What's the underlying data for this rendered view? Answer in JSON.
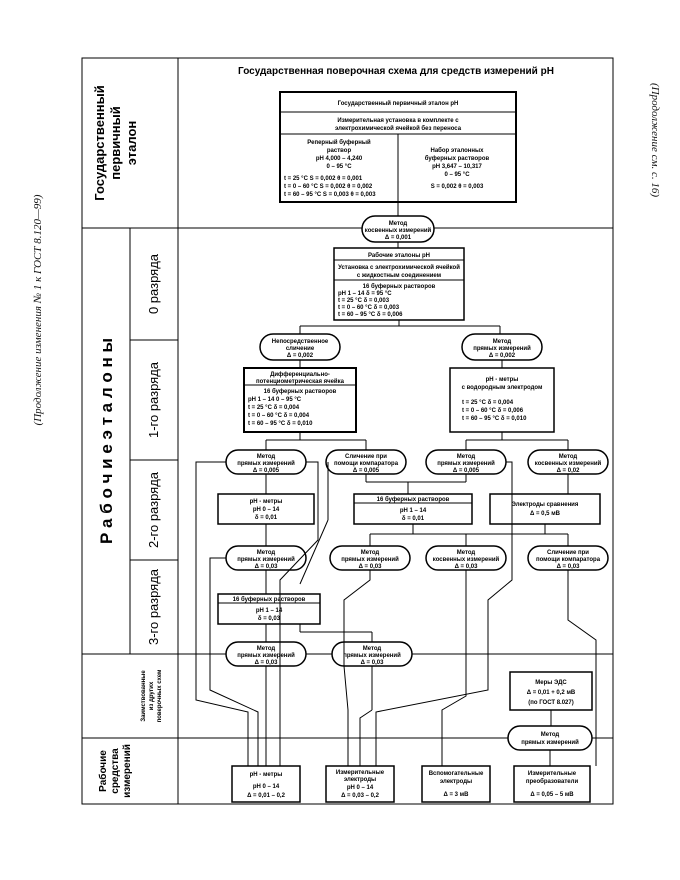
{
  "margin_left": "(Продолжение изменения № 1 к ГОСТ 8.120—99)",
  "margin_right": "(Продолжение см. с. 16)",
  "title": "Государственная поверочная схема для средств измерений pH",
  "rows": {
    "primary": [
      "Государственный",
      "первичный",
      "эталон"
    ],
    "working_standards": "Р а б о ч и е   э т а л о н ы",
    "rank0": "0 разряда",
    "rank1": "1-го разряда",
    "rank2": "2-го разряда",
    "rank3": "3-го разряда",
    "borrowed": [
      "Заимствованные",
      "из других",
      "поверочных схем"
    ],
    "working_instruments": [
      "Рабочие",
      "средства",
      "измерений"
    ]
  },
  "primary_box": {
    "title": "Государственный первичный эталон pH",
    "subtitle": [
      "Измерительная установка в комплекте с",
      "электрохимической ячейкой без переноса"
    ],
    "left": [
      "Реперный буферный",
      "раствор",
      "pH 4,000 – 4,240",
      "0 – 95 °C"
    ],
    "left_rows": [
      "t = 25 °C        S = 0,002   θ = 0,001",
      "t = 0 – 60 °C   S = 0,002   θ = 0,002",
      "t = 60 – 95 °C S = 0,003   θ = 0,003"
    ],
    "right": [
      "Набор эталонных",
      "буферных растворов",
      "pH 3,647 – 10,317",
      "0 – 95 °C",
      "S = 0,002   θ = 0,003"
    ]
  },
  "method_indirect_top": [
    "Метод",
    "косвенных измерений",
    "Δ = 0,001"
  ],
  "rank0_box": {
    "title": "Рабочие эталоны pH",
    "subtitle": [
      "Установка с электрохимической ячейкой",
      "с жидкостным соединением"
    ],
    "body": [
      "16 буферных растворов",
      "pH 1 – 14              δ = 95 °C",
      "t = 25 °C               δ = 0,003",
      "t = 0 – 60 °C          δ = 0,003",
      "t = 60 – 95 °C        δ = 0,006"
    ]
  },
  "oval_immediate": [
    "Непосредственное",
    "сличение",
    "Δ = 0,002"
  ],
  "oval_direct0": [
    "Метод",
    "прямых измерений",
    "Δ = 0,002"
  ],
  "rank1_left": {
    "title": [
      "Дифференциально-",
      "потенциометрическая ячейка"
    ],
    "body": [
      "16 буферных растворов",
      "pH 1 – 14              0 – 95 °C",
      "t = 25 °C               δ = 0,004",
      "t = 0 – 60 °C          δ = 0,004",
      "t = 60 – 95 °C        δ = 0,010"
    ]
  },
  "rank1_right": {
    "title": [
      "pH - метры",
      "с водородным электродом"
    ],
    "body": [
      "t = 25 °C          δ = 0,004",
      "t = 0 – 60 °C     δ = 0,006",
      "t = 60 – 95 °C   δ = 0,010"
    ]
  },
  "ovals_row1": [
    [
      "Метод",
      "прямых измерений",
      "Δ = 0,005"
    ],
    [
      "Сличение при",
      "помощи компаратора",
      "Δ = 0,005"
    ],
    [
      "Метод",
      "прямых измерений",
      "Δ = 0,005"
    ],
    [
      "Метод",
      "косвенных измерений",
      "Δ = 0,02"
    ]
  ],
  "rank2_boxes": [
    [
      "pH - метры",
      "pH 0 – 14",
      "δ = 0,01"
    ],
    [
      "16 буферных растворов",
      "pH 1 – 14",
      "δ = 0,01"
    ],
    [
      "Электроды сравнения",
      "Δ = 0,5 мВ"
    ]
  ],
  "ovals_row2": [
    [
      "Метод",
      "прямых измерений",
      "Δ = 0,03"
    ],
    [
      "Метод",
      "прямых измерений",
      "Δ = 0,03"
    ],
    [
      "Метод",
      "косвенных измерений",
      "Δ = 0,03"
    ],
    [
      "Сличение при",
      "помощи компаратора",
      "Δ = 0,03"
    ]
  ],
  "rank3_box": [
    "16 буферных растворов",
    "pH 1 – 14",
    "δ = 0,03"
  ],
  "ovals_row3": [
    [
      "Метод",
      "прямых измерений",
      "Δ = 0,03"
    ],
    [
      "Метод",
      "прямых измерений",
      "Δ = 0,03"
    ]
  ],
  "borrowed_box": [
    "Меры ЭДС",
    "Δ = 0,01 + 0,2 мВ",
    "(по ГОСТ 8.027)"
  ],
  "oval_borrowed": [
    "Метод",
    "прямых измерений"
  ],
  "bottom_boxes": [
    [
      "pH - метры",
      "pH 0 – 14",
      "Δ = 0,01 – 0,2"
    ],
    [
      "Измерительные",
      "электроды",
      "pH 0 – 14",
      "Δ = 0,03 – 0,2"
    ],
    [
      "Вспомогательные",
      "электроды",
      "Δ = 3 мВ"
    ],
    [
      "Измерительные",
      "преобразователи",
      "Δ = 0,05 – 5 мВ"
    ]
  ]
}
